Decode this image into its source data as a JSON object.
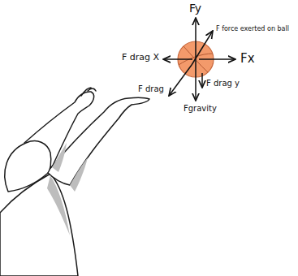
{
  "diagram": {
    "labels": [
      "Fy",
      "F force exerted on ball",
      "F drag X",
      "Fx",
      "F drag y",
      "F drag",
      "Fgravity"
    ]
  }
}
